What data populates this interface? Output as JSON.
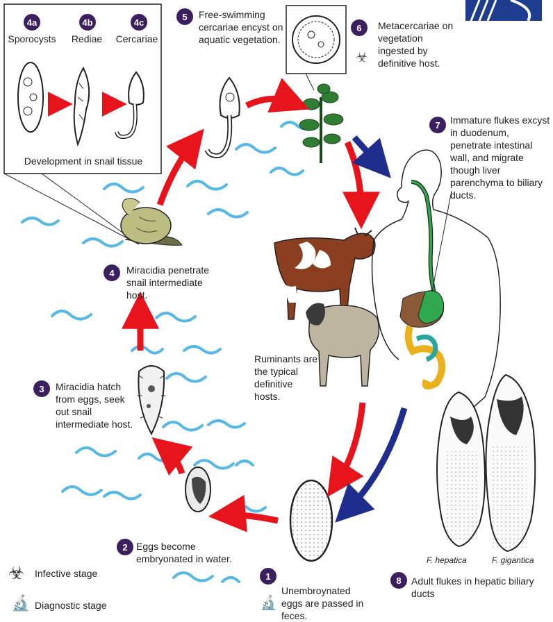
{
  "steps": [
    {
      "num": "1",
      "text": "Unembroynated eggs are passed in feces."
    },
    {
      "num": "2",
      "text": "Eggs become embryonated in water."
    },
    {
      "num": "3",
      "text": "Miracidia hatch from eggs, seek out snail intermediate host."
    },
    {
      "num": "4",
      "text": "Miracidia penetrate snail intermediate host."
    },
    {
      "num": "5",
      "text": "Free-swimming cercariae encyst on aquatic vegetation."
    },
    {
      "num": "6",
      "text": "Metacercariae on vegetation ingested by definitive host."
    },
    {
      "num": "7",
      "text": "Immature flukes excyst in duodenum, penetrate intestinal wall, and migrate though liver parenchyma to biliary ducts."
    },
    {
      "num": "8",
      "text": "Adult flukes in hepatic biliary ducts"
    }
  ],
  "snail_stages": {
    "items": [
      {
        "num": "4a",
        "label": "Sporocysts"
      },
      {
        "num": "4b",
        "label": "Rediae"
      },
      {
        "num": "4c",
        "label": "Cercariae"
      }
    ],
    "caption": "Development in snail tissue"
  },
  "hosts_label": "Ruminants are the typical definitive hosts.",
  "species": {
    "a": "F. hepatica",
    "b": "F. gigantica"
  },
  "legend": {
    "infective": "Infective stage",
    "diagnostic": "Diagnostic stage"
  },
  "colors": {
    "badge": "#3c1f5e",
    "arrow_red": "#e8141b",
    "arrow_blue": "#1f2d8c",
    "water": "#55b8e6"
  },
  "icons": [
    "biohazard-icon",
    "microscope-icon"
  ]
}
